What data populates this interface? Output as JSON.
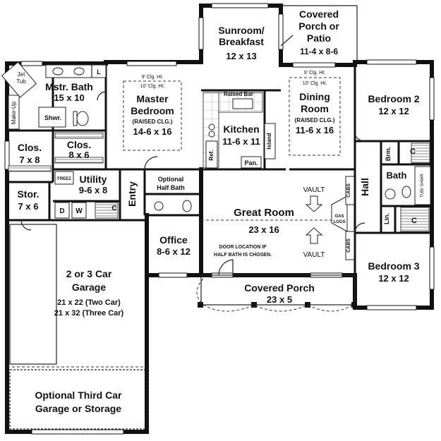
{
  "rooms": {
    "sunroom_name_1": "Sunroom/",
    "sunroom_name_2": "Breakfast",
    "sunroom_size": "12 x 13",
    "porch_patio_name_1": "Covered",
    "porch_patio_name_2": "Porch or",
    "porch_patio_name_3": "Patio",
    "porch_patio_size": "11-4 x 8-6",
    "master_bath_name": "Mstr. Bath",
    "master_bath_size": "15 x 10",
    "jet_tub_1": "Jet",
    "jet_tub_2": "Tub",
    "shower": "Shwr.",
    "makeup": "Make-Up",
    "laundry_l": "L",
    "master_ceiling_1": "9' Clg. Ht.",
    "master_ceiling_2": "10' Clg. Ht.",
    "master_bed_name_1": "Master",
    "master_bed_name_2": "Bedroom",
    "master_bed_note": "(RAISED CLG.)",
    "master_bed_size": "14-6 x 16",
    "closet1_name": "Clos.",
    "closet1_size": "7 x 8",
    "closet2_name": "Clos.",
    "closet2_size": "8 x 6",
    "raised_bar": "Raised Bar",
    "kitchen_name": "Kitchen",
    "kitchen_size": "11-6 x 11",
    "island": "Island",
    "refrigerator": "Ref.",
    "pantry": "Pan.",
    "dining_ceiling_1": "9' Clg. Ht.",
    "dining_ceiling_2": "10' Clg. Ht.",
    "dining_name_1": "Dining",
    "dining_name_2": "Room",
    "dining_note": "(RAISED CLG.)",
    "dining_size": "11-6 x 16",
    "bed2_name": "Bedroom 2",
    "bed2_size": "12 x 12",
    "broom": "Brm.",
    "closet_c1": "C",
    "bath_name": "Bath",
    "tub_shower": "TUB/ SHWR",
    "hall": "Hall",
    "linen": "Lin.",
    "closet_c2": "C",
    "bed3_name": "Bedroom 3",
    "bed3_size": "12 x 12",
    "freezer": "FREEZ",
    "utility_name": "Utility",
    "utility_size": "9-6 x 8",
    "washer": "W",
    "dryer": "D",
    "closet_c3": "C",
    "entry": "Entry",
    "opt_half_bath_1": "Optional",
    "opt_half_bath_2": "Half Bath",
    "storage_name": "Stor.",
    "storage_size": "7 x 6",
    "vault_top": "VAULT",
    "vault_bottom": "VAULT",
    "cabs_top": "CABS",
    "cabs_bottom": "CABS",
    "gas_logs_1": "GAS",
    "gas_logs_2": "LOGS",
    "great_room_name": "Great Room",
    "great_room_size": "23 x 16",
    "office_name": "Office",
    "office_size": "8-6 x 12",
    "door_note_1": "DOOR LOCATION IF",
    "door_note_2": "HALF BATH IS CHOSEN.",
    "garage_name_1": "2 or 3 Car",
    "garage_name_2": "Garage",
    "garage_size_1": "21 x 22 (Two Car)",
    "garage_size_2": "21 x 32 (Three Car)",
    "front_porch_name": "Covered Porch",
    "front_porch_size": "23 x 5",
    "third_car_1": "Optional Third Car",
    "third_car_2": "Garage or Storage"
  }
}
